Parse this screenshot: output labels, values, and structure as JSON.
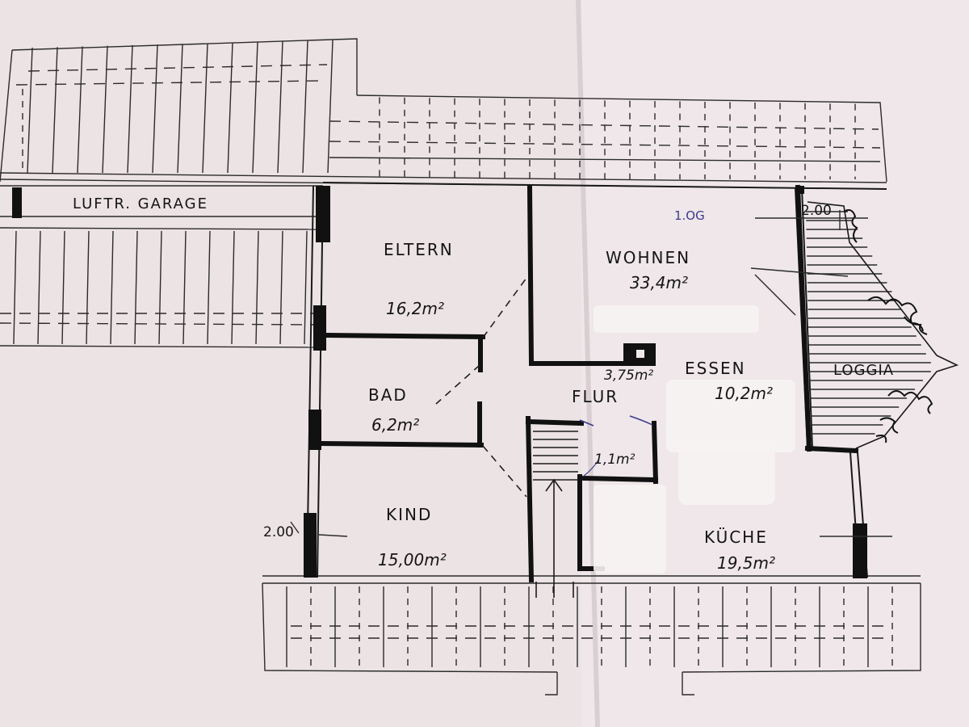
{
  "floor_label": "1.OG",
  "dimensions": {
    "top_right": "2.00",
    "left": "2.00"
  },
  "rooms": {
    "garage": {
      "name": "LUFTR. GARAGE"
    },
    "eltern": {
      "name": "ELTERN",
      "area": "16,2m²"
    },
    "wohnen": {
      "name": "WOHNEN",
      "area": "33,4m²"
    },
    "bad": {
      "name": "BAD",
      "area": "6,2m²"
    },
    "flur": {
      "name": "FLUR",
      "area": "3,75m²"
    },
    "essen": {
      "name": "ESSEN",
      "area": "10,2m²"
    },
    "loggia": {
      "name": "LOGGIA"
    },
    "wc": {
      "area": "1,1m²"
    },
    "kind": {
      "name": "KIND",
      "area": "15,00m²"
    },
    "kueche": {
      "name": "KÜCHE",
      "area": "19,5m²"
    }
  },
  "colors": {
    "paper": "#efe7e9",
    "lines": "#111111",
    "ink_pen": "#3b3a8c"
  }
}
